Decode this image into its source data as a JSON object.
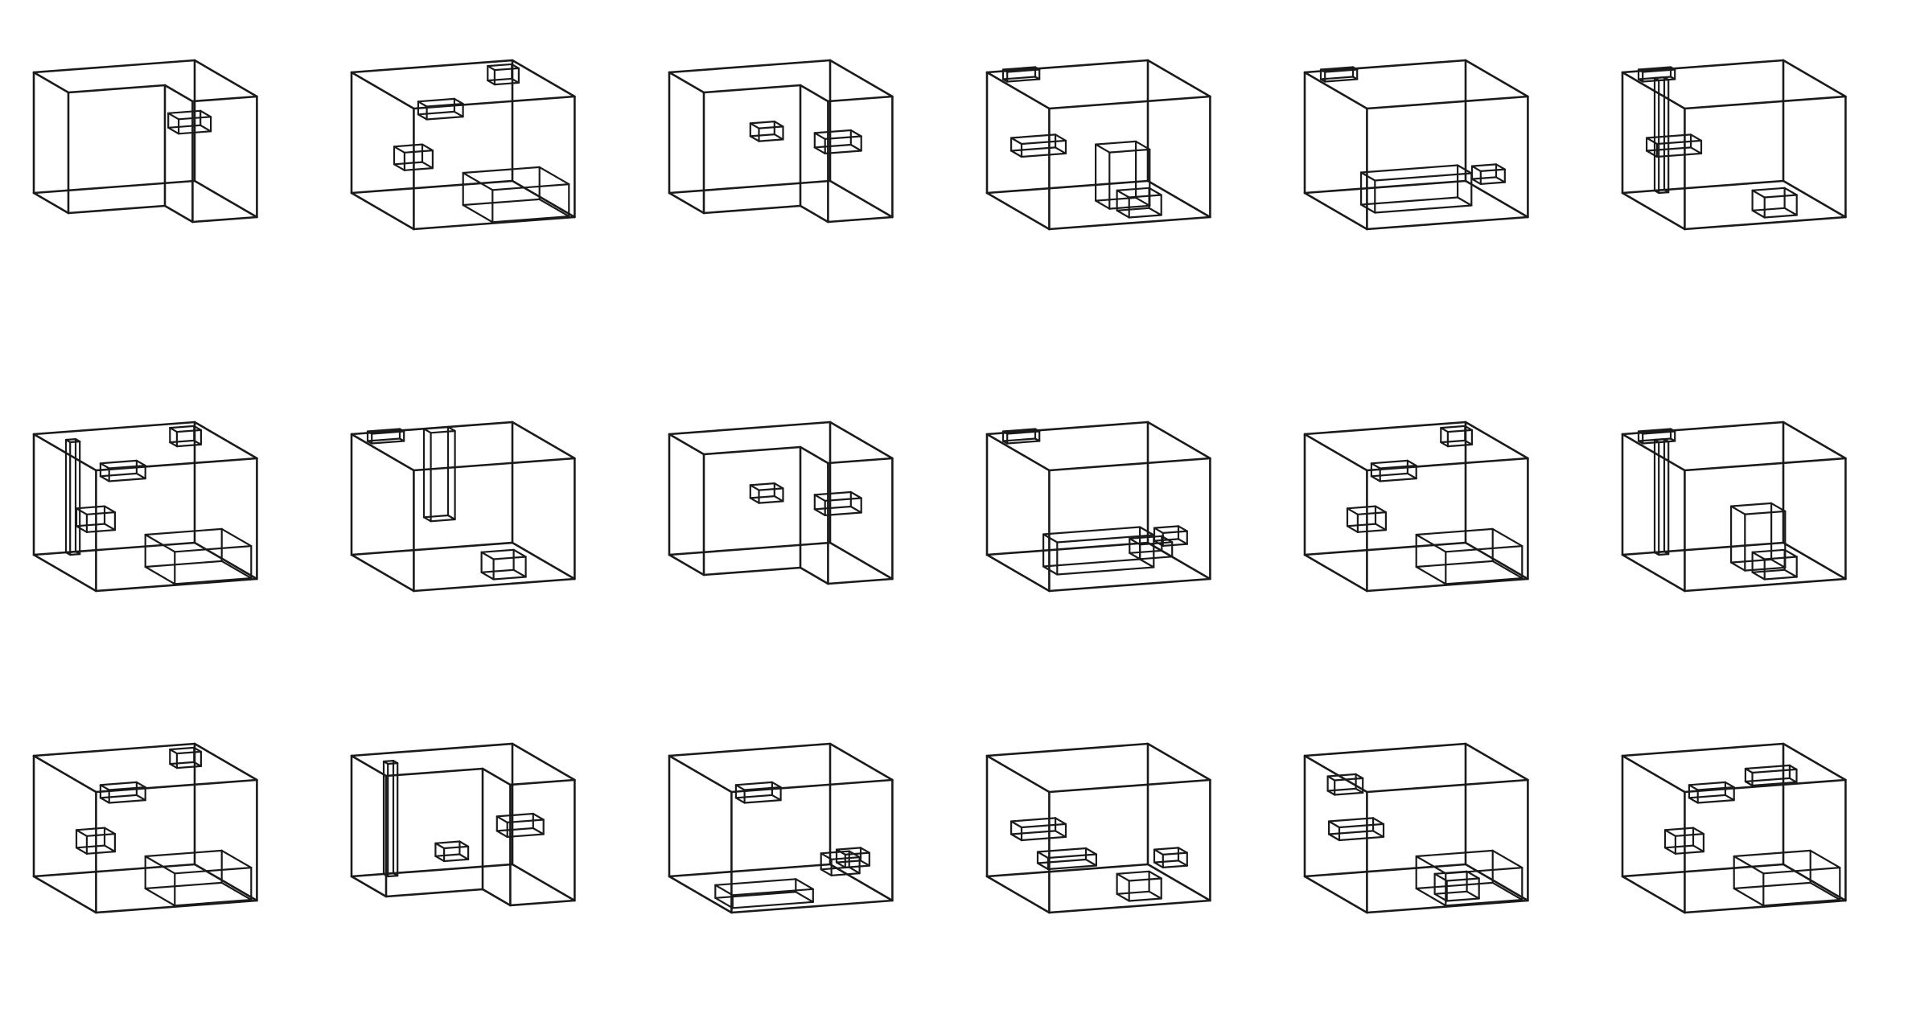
{
  "figure": {
    "kind": "wireframe-grid",
    "rows": 3,
    "cols": 6,
    "background": "#ffffff",
    "stroke_color": "#1a1a1a",
    "caption": ""
  },
  "panels": [
    {
      "id": "r1c1",
      "row": 1,
      "col": 1,
      "shell": "notch-bottom-left",
      "boxes": [
        "slab-top-right"
      ]
    },
    {
      "id": "r1c2",
      "row": 1,
      "col": 2,
      "shell": "full",
      "boxes": [
        "bar-top-center",
        "cube-left",
        "slab-bottom-right",
        "tab-top-right"
      ]
    },
    {
      "id": "r1c3",
      "row": 1,
      "col": 3,
      "shell": "notch-bottom-left",
      "boxes": [
        "bar-center",
        "slab-right"
      ]
    },
    {
      "id": "r1c4",
      "row": 1,
      "col": 4,
      "shell": "full",
      "boxes": [
        "tab-top-left",
        "bar-left",
        "cube-bottom-right",
        "frame-right"
      ]
    },
    {
      "id": "r1c5",
      "row": 1,
      "col": 5,
      "shell": "full",
      "boxes": [
        "tab-top-left",
        "slab-center",
        "cube-right"
      ]
    },
    {
      "id": "r1c6",
      "row": 1,
      "col": 6,
      "shell": "full",
      "boxes": [
        "tab-top-left",
        "bar-left",
        "cube-bottom-right",
        "post-left"
      ]
    },
    {
      "id": "r2c1",
      "row": 2,
      "col": 1,
      "shell": "full",
      "boxes": [
        "bar-top-center",
        "tab-top-right",
        "cube-left",
        "post-left",
        "slab-bottom-right"
      ]
    },
    {
      "id": "r2c2",
      "row": 2,
      "col": 2,
      "shell": "full",
      "boxes": [
        "tab-top-left",
        "post-center",
        "cube-bottom-right"
      ]
    },
    {
      "id": "r2c3",
      "row": 2,
      "col": 3,
      "shell": "notch-bottom-left",
      "boxes": [
        "bar-center",
        "slab-right"
      ]
    },
    {
      "id": "r2c4",
      "row": 2,
      "col": 4,
      "shell": "full",
      "boxes": [
        "tab-top-left",
        "slab-center",
        "cube-right",
        "bar-bottom-right"
      ]
    },
    {
      "id": "r2c5",
      "row": 2,
      "col": 5,
      "shell": "full",
      "boxes": [
        "bar-top-center",
        "tab-top-right",
        "cube-left",
        "slab-bottom-right"
      ]
    },
    {
      "id": "r2c6",
      "row": 2,
      "col": 6,
      "shell": "full",
      "boxes": [
        "tab-top-left",
        "post-left",
        "cube-bottom-right",
        "frame-right"
      ]
    },
    {
      "id": "r3c1",
      "row": 3,
      "col": 1,
      "shell": "full",
      "boxes": [
        "bar-top-center",
        "tab-top-right",
        "cube-left",
        "slab-bottom-right"
      ]
    },
    {
      "id": "r3c2",
      "row": 3,
      "col": 2,
      "shell": "notch-bottom-left",
      "boxes": [
        "cube-center",
        "slab-right",
        "post-left"
      ]
    },
    {
      "id": "r3c3",
      "row": 3,
      "col": 3,
      "shell": "full",
      "boxes": [
        "bar-top-center",
        "slab-left",
        "cube-right",
        "cube-right-2"
      ]
    },
    {
      "id": "r3c4",
      "row": 3,
      "col": 4,
      "shell": "full",
      "boxes": [
        "bar-left",
        "bar-left-2",
        "cube-right",
        "cube-bottom-right"
      ]
    },
    {
      "id": "r3c5",
      "row": 3,
      "col": 5,
      "shell": "full",
      "boxes": [
        "cube-top-left",
        "bar-left",
        "slab-bottom-right",
        "cube-bottom-right"
      ]
    },
    {
      "id": "r3c6",
      "row": 3,
      "col": 6,
      "shell": "full",
      "boxes": [
        "bar-top-center",
        "bar-top-right",
        "cube-left",
        "slab-bottom-right"
      ]
    }
  ]
}
